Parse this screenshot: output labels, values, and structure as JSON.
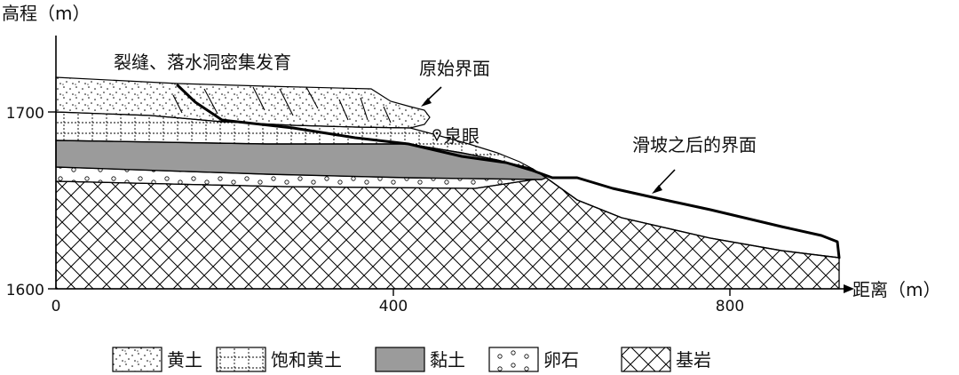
{
  "axes": {
    "y_label": "高程（m）",
    "x_label": "距离（m）",
    "y_ticks": [
      "1700",
      "1600"
    ],
    "x_ticks": [
      "0",
      "400",
      "800"
    ]
  },
  "annotations": {
    "cracks": "裂缝、落水洞密集发育",
    "original_surface": "原始界面",
    "spring": "泉眼",
    "after_slide": "滑坡之后的界面"
  },
  "legend": [
    {
      "key": "loess",
      "label": "黄土"
    },
    {
      "key": "saturated_loess",
      "label": "饱和黄土"
    },
    {
      "key": "clay",
      "label": "黏土"
    },
    {
      "key": "pebble",
      "label": "卵石"
    },
    {
      "key": "bedrock",
      "label": "基岩"
    }
  ],
  "colors": {
    "clay": "#9b9b9b",
    "line": "#000000"
  },
  "icons": {
    "spring": "spring-marker-icon",
    "arrow": "arrow-icon"
  }
}
